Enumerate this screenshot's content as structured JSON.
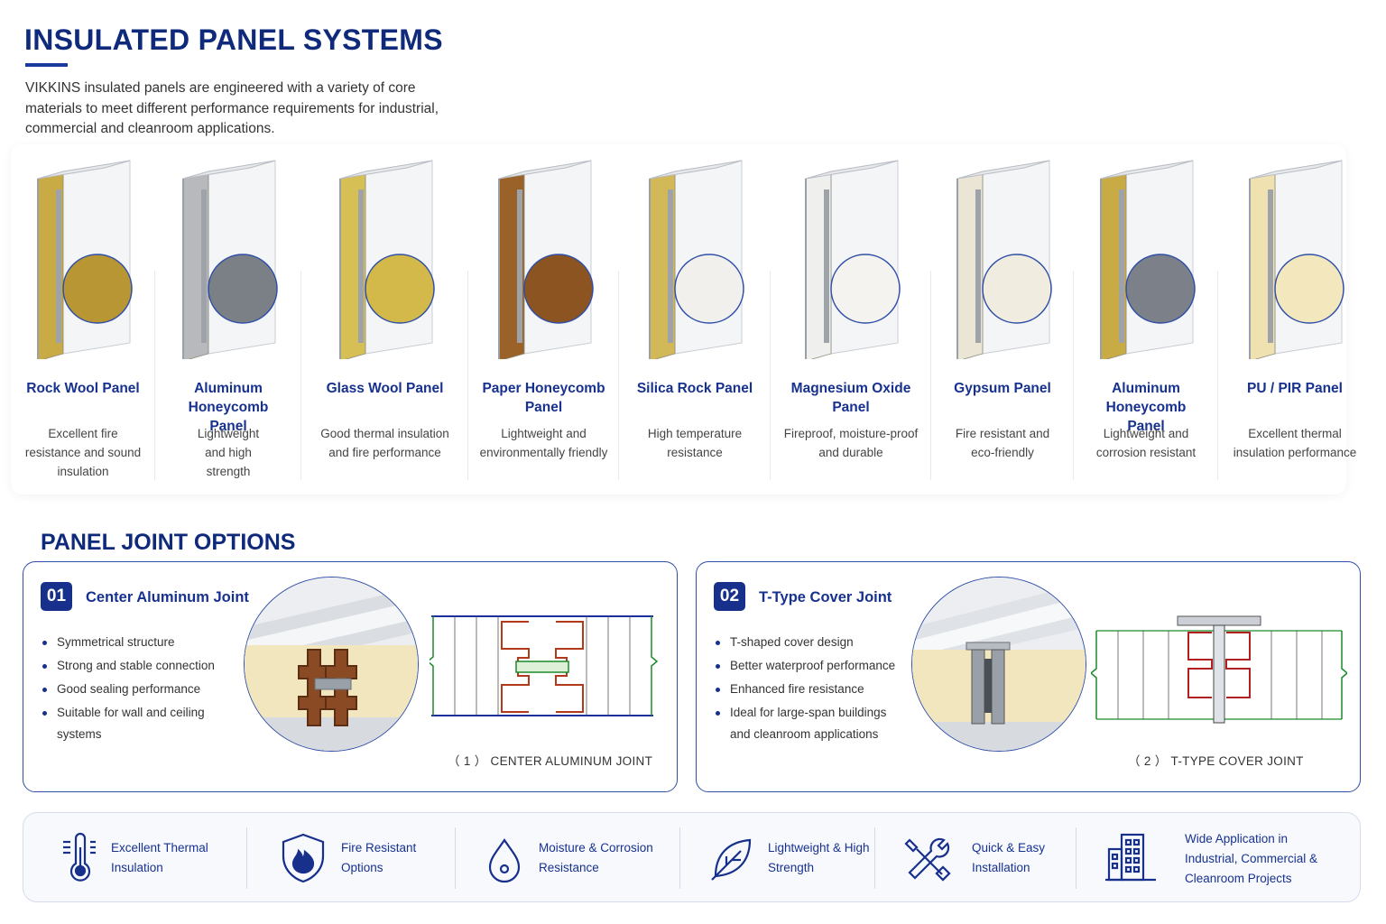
{
  "header": {
    "title": "INSULATED PANEL SYSTEMS",
    "intro": "VIKKINS insulated panels are engineered with a variety of core materials to meet different performance requirements for industrial, commercial and cleanroom applications."
  },
  "panels": [
    {
      "name": "Rock Wool Panel",
      "desc": "Excellent fire resistance and sound insulation",
      "core_color": "#c9ab45",
      "zoom_color": "#b89634"
    },
    {
      "name": "Aluminum Honeycomb Panel",
      "desc": "Lightweight and high strength",
      "core_color": "#b7b9bd",
      "zoom_color": "#7b7f86"
    },
    {
      "name": "Glass Wool Panel",
      "desc": "Good thermal insulation and fire performance",
      "core_color": "#d6bf55",
      "zoom_color": "#d2b94a"
    },
    {
      "name": "Paper Honeycomb Panel",
      "desc": "Lightweight and environmentally friendly",
      "core_color": "#9a6228",
      "zoom_color": "#8c5420"
    },
    {
      "name": "Silica Rock Panel",
      "desc": "High temperature resistance",
      "core_color": "#d3b857",
      "zoom_color": "#f2f0ec"
    },
    {
      "name": "Magnesium Oxide Panel",
      "desc": "Fireproof, moisture-proof and durable",
      "core_color": "#efefee",
      "zoom_color": "#f4f3f0"
    },
    {
      "name": "Gypsum Panel",
      "desc": "Fire resistant and eco-friendly",
      "core_color": "#ebe5d6",
      "zoom_color": "#f1ece0"
    },
    {
      "name": "Aluminum Honeycomb Panel",
      "desc": "Lightweight and corrosion resistant",
      "core_color": "#c8ab45",
      "zoom_color": "#7c8088"
    },
    {
      "name": "PU / PIR Panel",
      "desc": "Excellent thermal insulation performance",
      "core_color": "#efe2b0",
      "zoom_color": "#f3e7bd"
    }
  ],
  "joints_heading": "PANEL JOINT OPTIONS",
  "joints": [
    {
      "number": "01",
      "title": "Center Aluminum Joint",
      "bullets": [
        "Symmetrical structure",
        "Strong and stable connection",
        "Good sealing performance",
        "Suitable for wall and ceiling systems"
      ],
      "caption": "（ 1 ） CENTER ALUMINUM JOINT"
    },
    {
      "number": "02",
      "title": "T-Type Cover Joint",
      "bullets": [
        "T-shaped cover design",
        "Better waterproof performance",
        "Enhanced fire resistance",
        "Ideal for large-span buildings and cleanroom applications"
      ],
      "caption": "（ 2 ） T-TYPE COVER JOINT"
    }
  ],
  "features": [
    {
      "icon": "thermometer-icon",
      "label": "Excellent Thermal Insulation"
    },
    {
      "icon": "fire-shield-icon",
      "label": "Fire Resistant Options"
    },
    {
      "icon": "water-drop-icon",
      "label": "Moisture & Corrosion Resistance"
    },
    {
      "icon": "leaf-icon",
      "label": "Lightweight & High Strength"
    },
    {
      "icon": "tools-icon",
      "label": "Quick & Easy Installation"
    },
    {
      "icon": "building-icon",
      "label": "Wide Application in Industrial, Commercial & Cleanroom Projects"
    }
  ],
  "colors": {
    "primary": "#16308c",
    "heading": "#0f2a7a",
    "border": "#2f4fa8"
  }
}
